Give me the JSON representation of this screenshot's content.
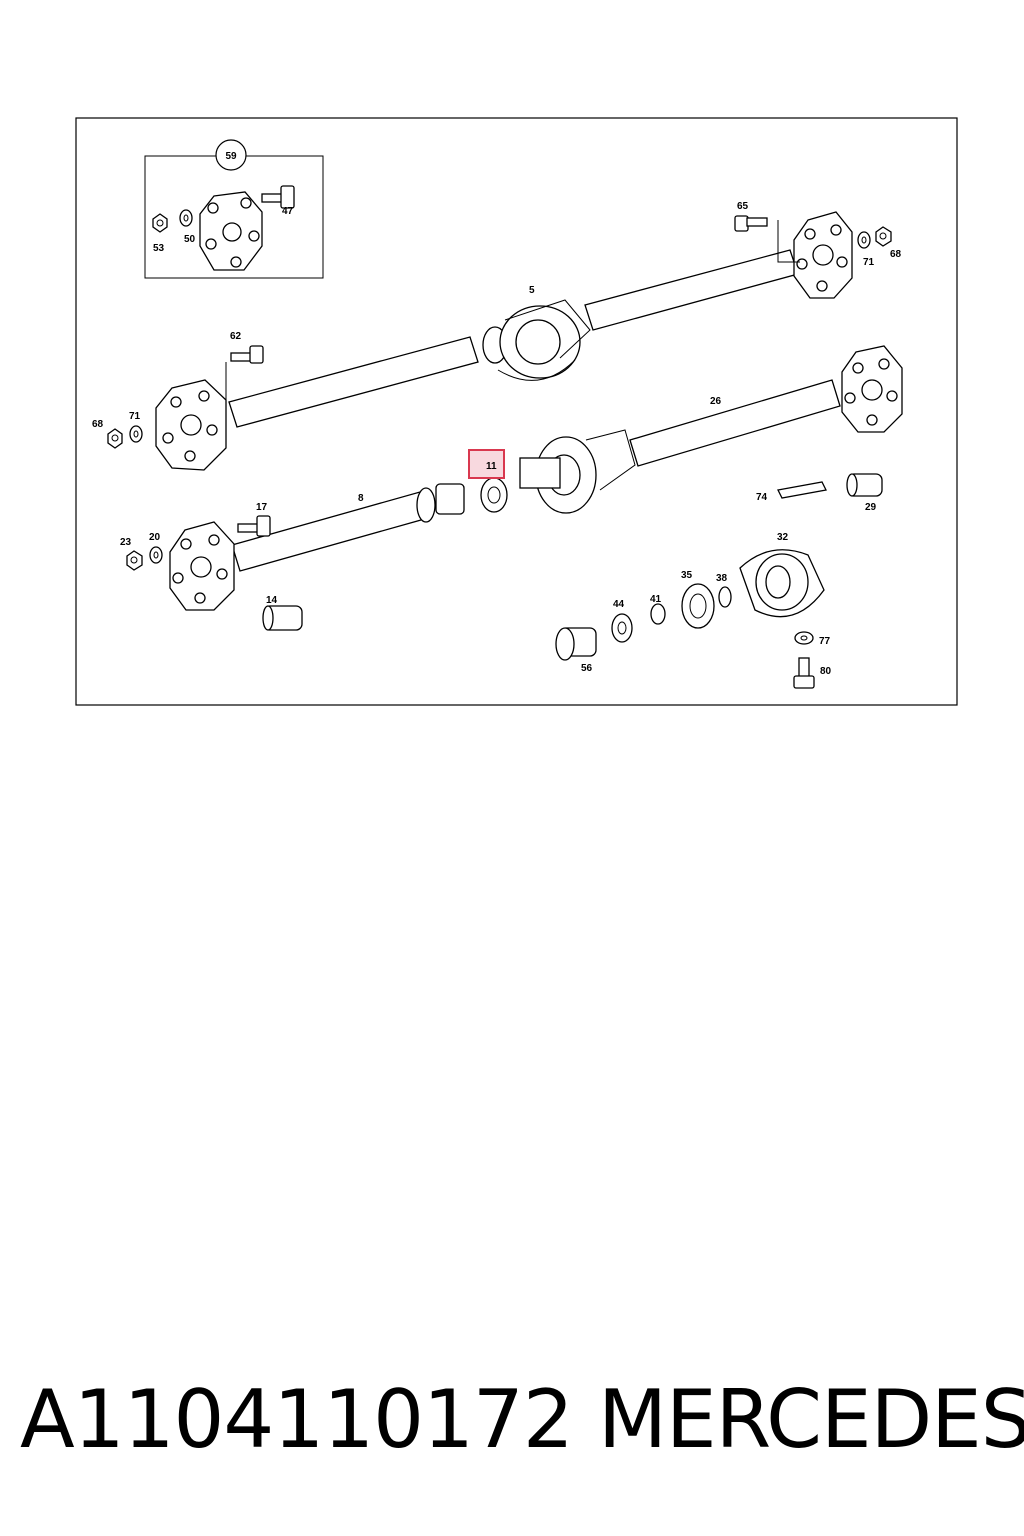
{
  "diagram": {
    "labels": {
      "l59": "59",
      "l47": "47",
      "l53": "53",
      "l50": "50",
      "l65": "65",
      "l71a": "71",
      "l68a": "68",
      "l5": "5",
      "l62": "62",
      "l68b": "68",
      "l71b": "71",
      "l26": "26",
      "l11": "11",
      "l17": "17",
      "l8": "8",
      "l23": "23",
      "l20": "20",
      "l74": "74",
      "l29": "29",
      "l32": "32",
      "l14": "14",
      "l35": "35",
      "l38": "38",
      "l44": "44",
      "l41": "41",
      "l56": "56",
      "l77": "77",
      "l80": "80"
    },
    "highlighted_part": "11",
    "highlight_color": "#d9384f"
  },
  "caption": {
    "part_number": "A1104110172",
    "brand": "MERCEDES"
  }
}
